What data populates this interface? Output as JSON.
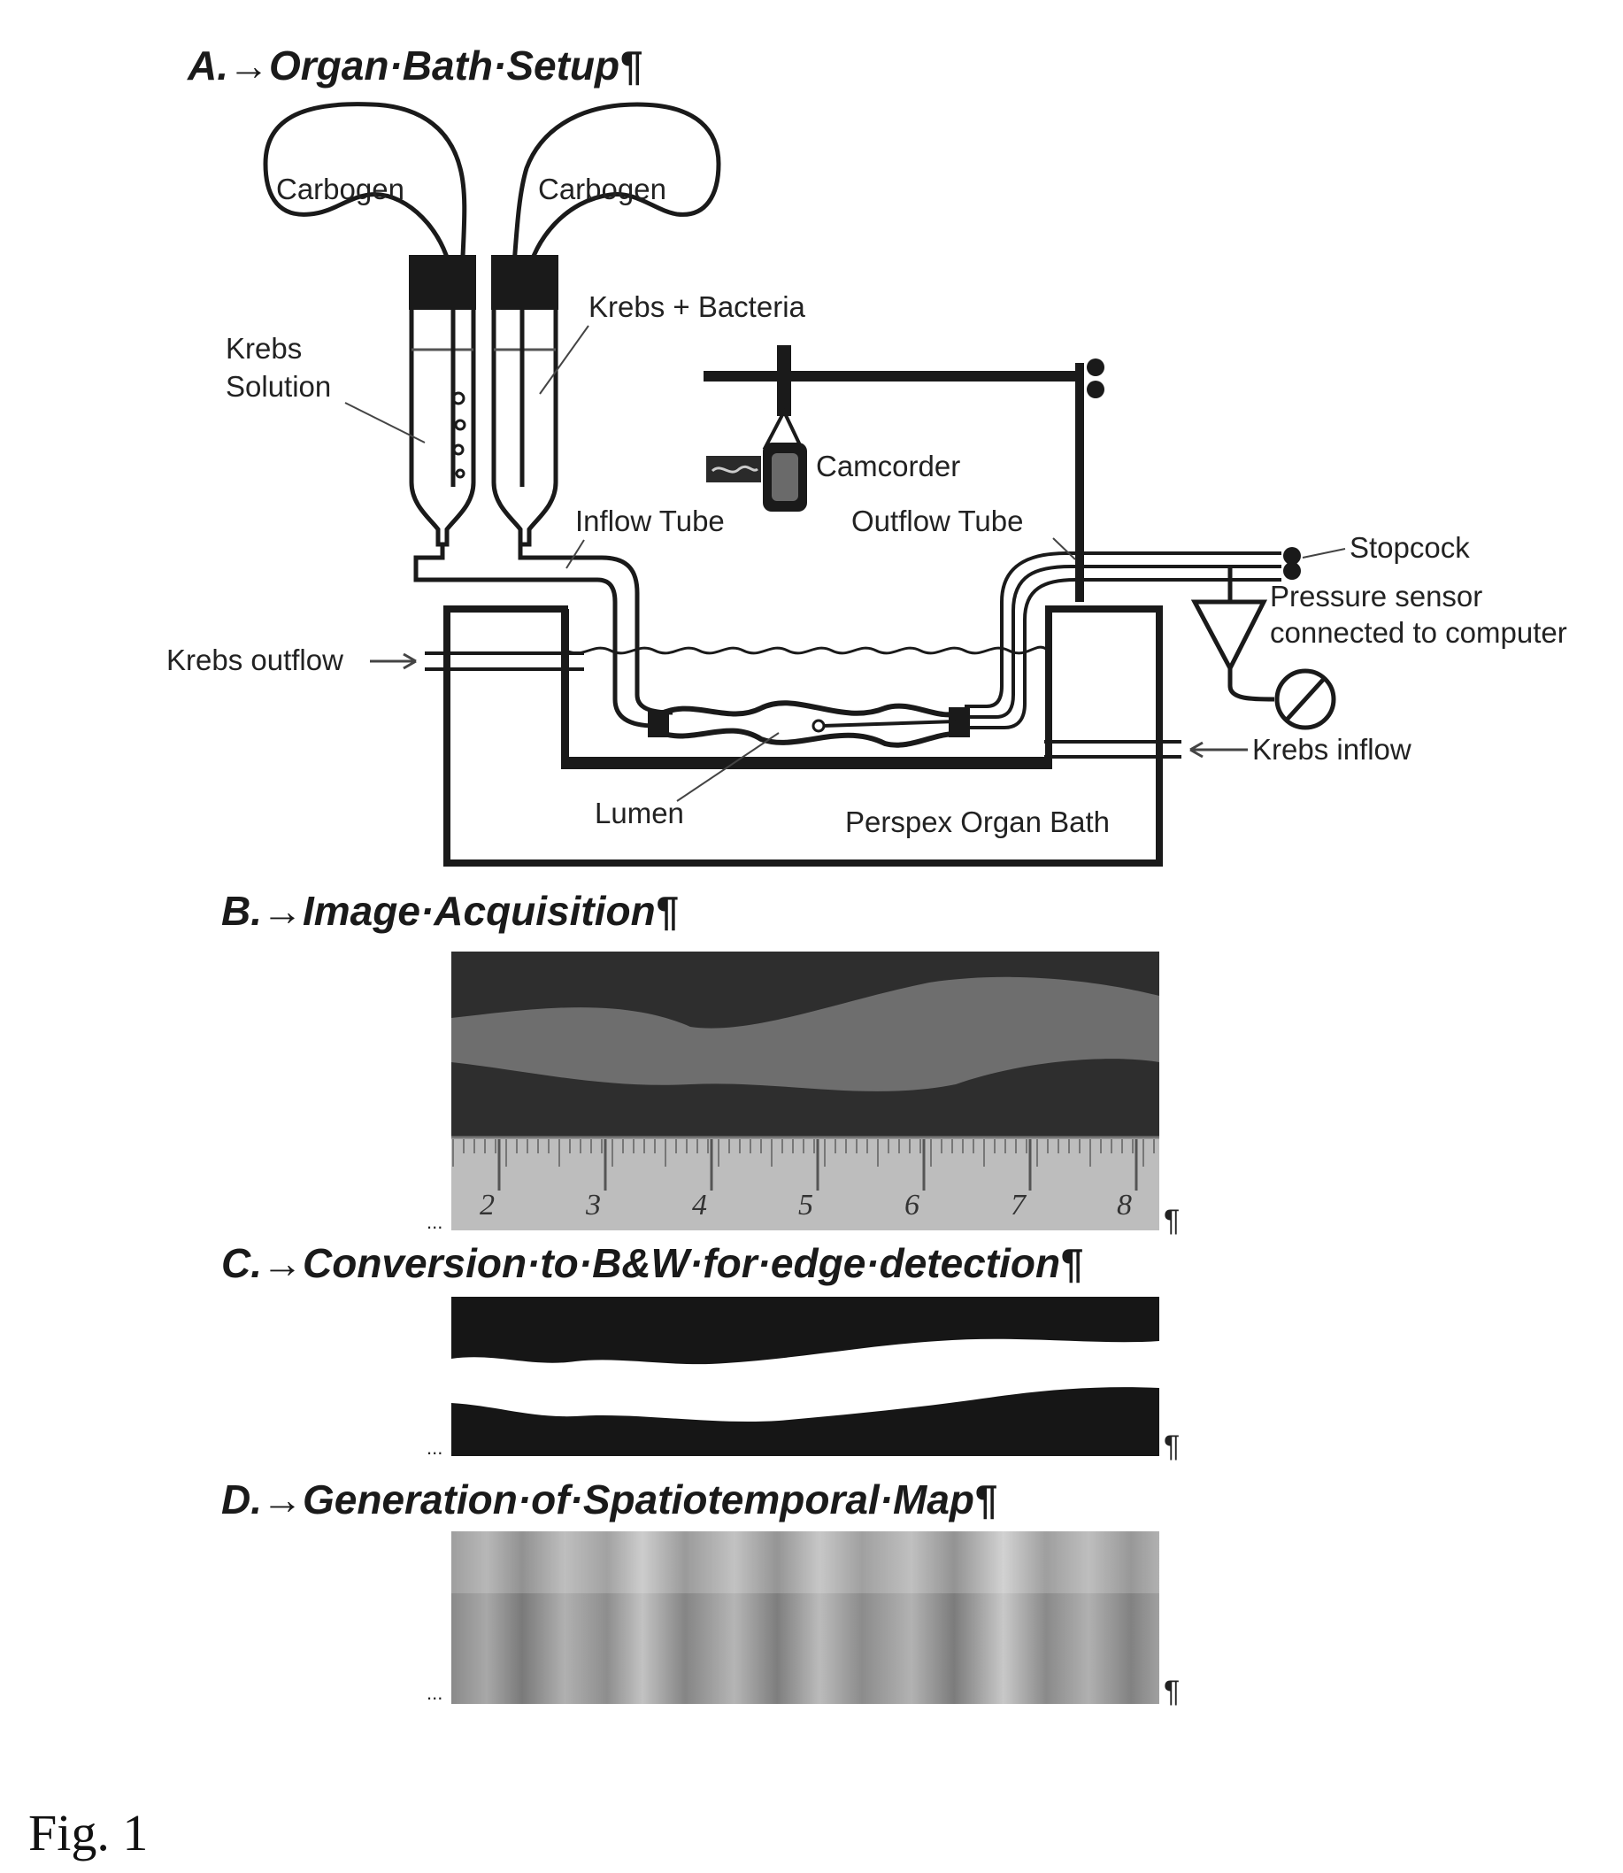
{
  "headings": {
    "a": "A.→Organ·Bath·Setup¶",
    "b": "B.→Image·Acquisition¶",
    "c": "C.→Conversion·to·B&W·for·edge·detection¶",
    "d": "D.→Generation·of·Spatiotemporal·Map¶"
  },
  "labels": {
    "carbogen_left": "Carbogen",
    "carbogen_right": "Carbogen",
    "krebs_solution_1": "Krebs",
    "krebs_solution_2": "Solution",
    "krebs_bacteria": "Krebs + Bacteria",
    "camcorder": "Camcorder",
    "inflow_tube": "Inflow Tube",
    "outflow_tube": "Outflow Tube",
    "stopcock": "Stopcock",
    "pressure_sensor_1": "Pressure sensor",
    "pressure_sensor_2": "connected to computer",
    "krebs_outflow": "Krebs outflow",
    "krebs_inflow": "Krebs inflow",
    "lumen": "Lumen",
    "organ_bath": "Perspex Organ Bath"
  },
  "ruler_ticks": [
    "2",
    "3",
    "4",
    "5",
    "6",
    "7",
    "8"
  ],
  "pilcrow": "¶",
  "ellipsis": "...",
  "caption": "Fig. 1",
  "colors": {
    "ink": "#1a1a1a",
    "tissue_dark": "#3a3a3a",
    "tissue_mid": "#6e6e6e",
    "ruler": "#bdbdbd"
  }
}
